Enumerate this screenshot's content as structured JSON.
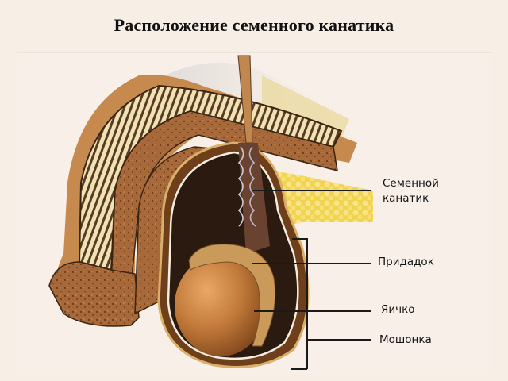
{
  "title": "Расположение семенного канатика",
  "colors": {
    "background": "#f7eee6",
    "skin": "#a8693a",
    "bone_cream": "#efe2b5",
    "fat_yellow": "#f3d75a",
    "testis": "#c07a3a",
    "dark_cavity": "#2a1a10",
    "label_line": "#1a1a1a"
  },
  "labels": [
    {
      "id": "spermatic-cord",
      "text_line1": "Семенной",
      "text_line2": "канатик"
    },
    {
      "id": "epididymis",
      "text": "Придадок"
    },
    {
      "id": "testis",
      "text": "Яичко"
    },
    {
      "id": "scrotum",
      "text": "Мошонка"
    }
  ]
}
